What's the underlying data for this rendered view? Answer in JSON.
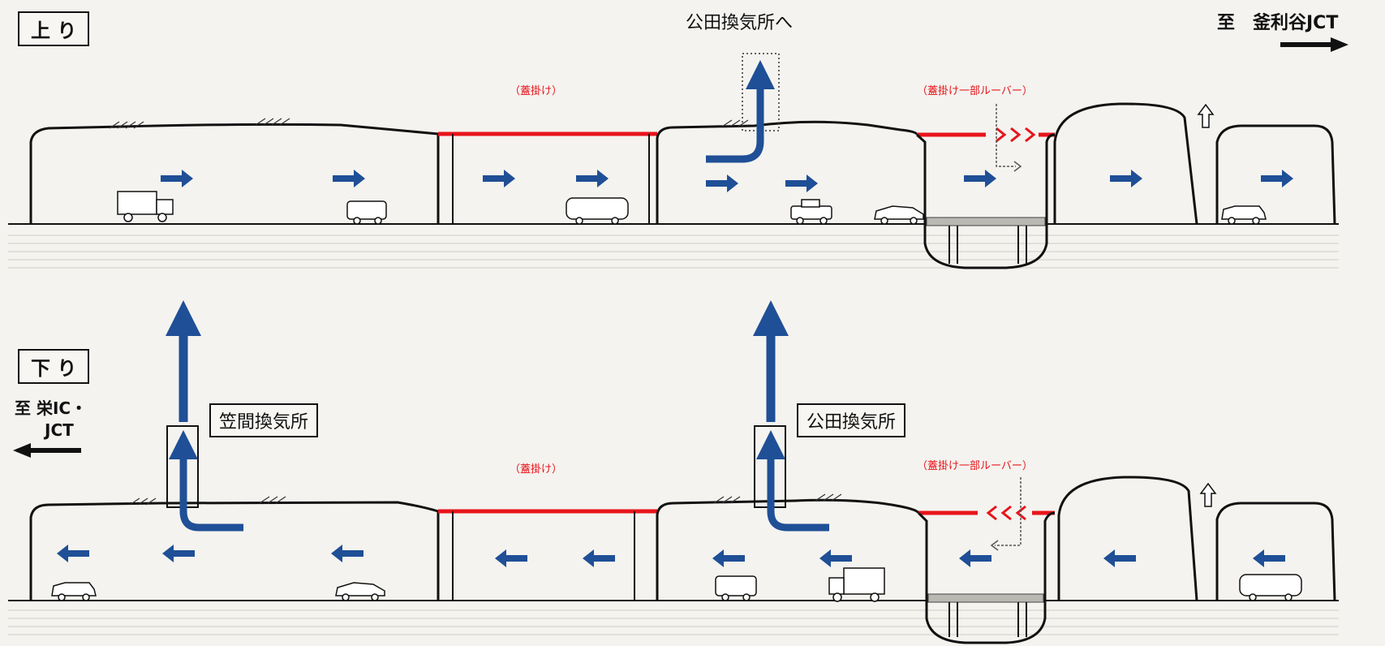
{
  "up": {
    "direction_label": "上 り",
    "destination": "至　釜利谷JCT",
    "vent_label": "公田換気所へ",
    "cover_label": "（蓋掛け）",
    "cover_louver_label": "（蓋掛け一部ルーバー）"
  },
  "down": {
    "direction_label": "下 り",
    "destination_line1": "至 栄IC・",
    "destination_line2": "JCT",
    "station1": "笠間換気所",
    "station2": "公田換気所",
    "cover_label": "（蓋掛け）",
    "cover_louver_label": "（蓋掛け一部ルーバー）"
  },
  "colors": {
    "tunnel": "#111111",
    "cover": "#e8141b",
    "airflow": "#1f4f96",
    "background": "#f4f3ef"
  }
}
